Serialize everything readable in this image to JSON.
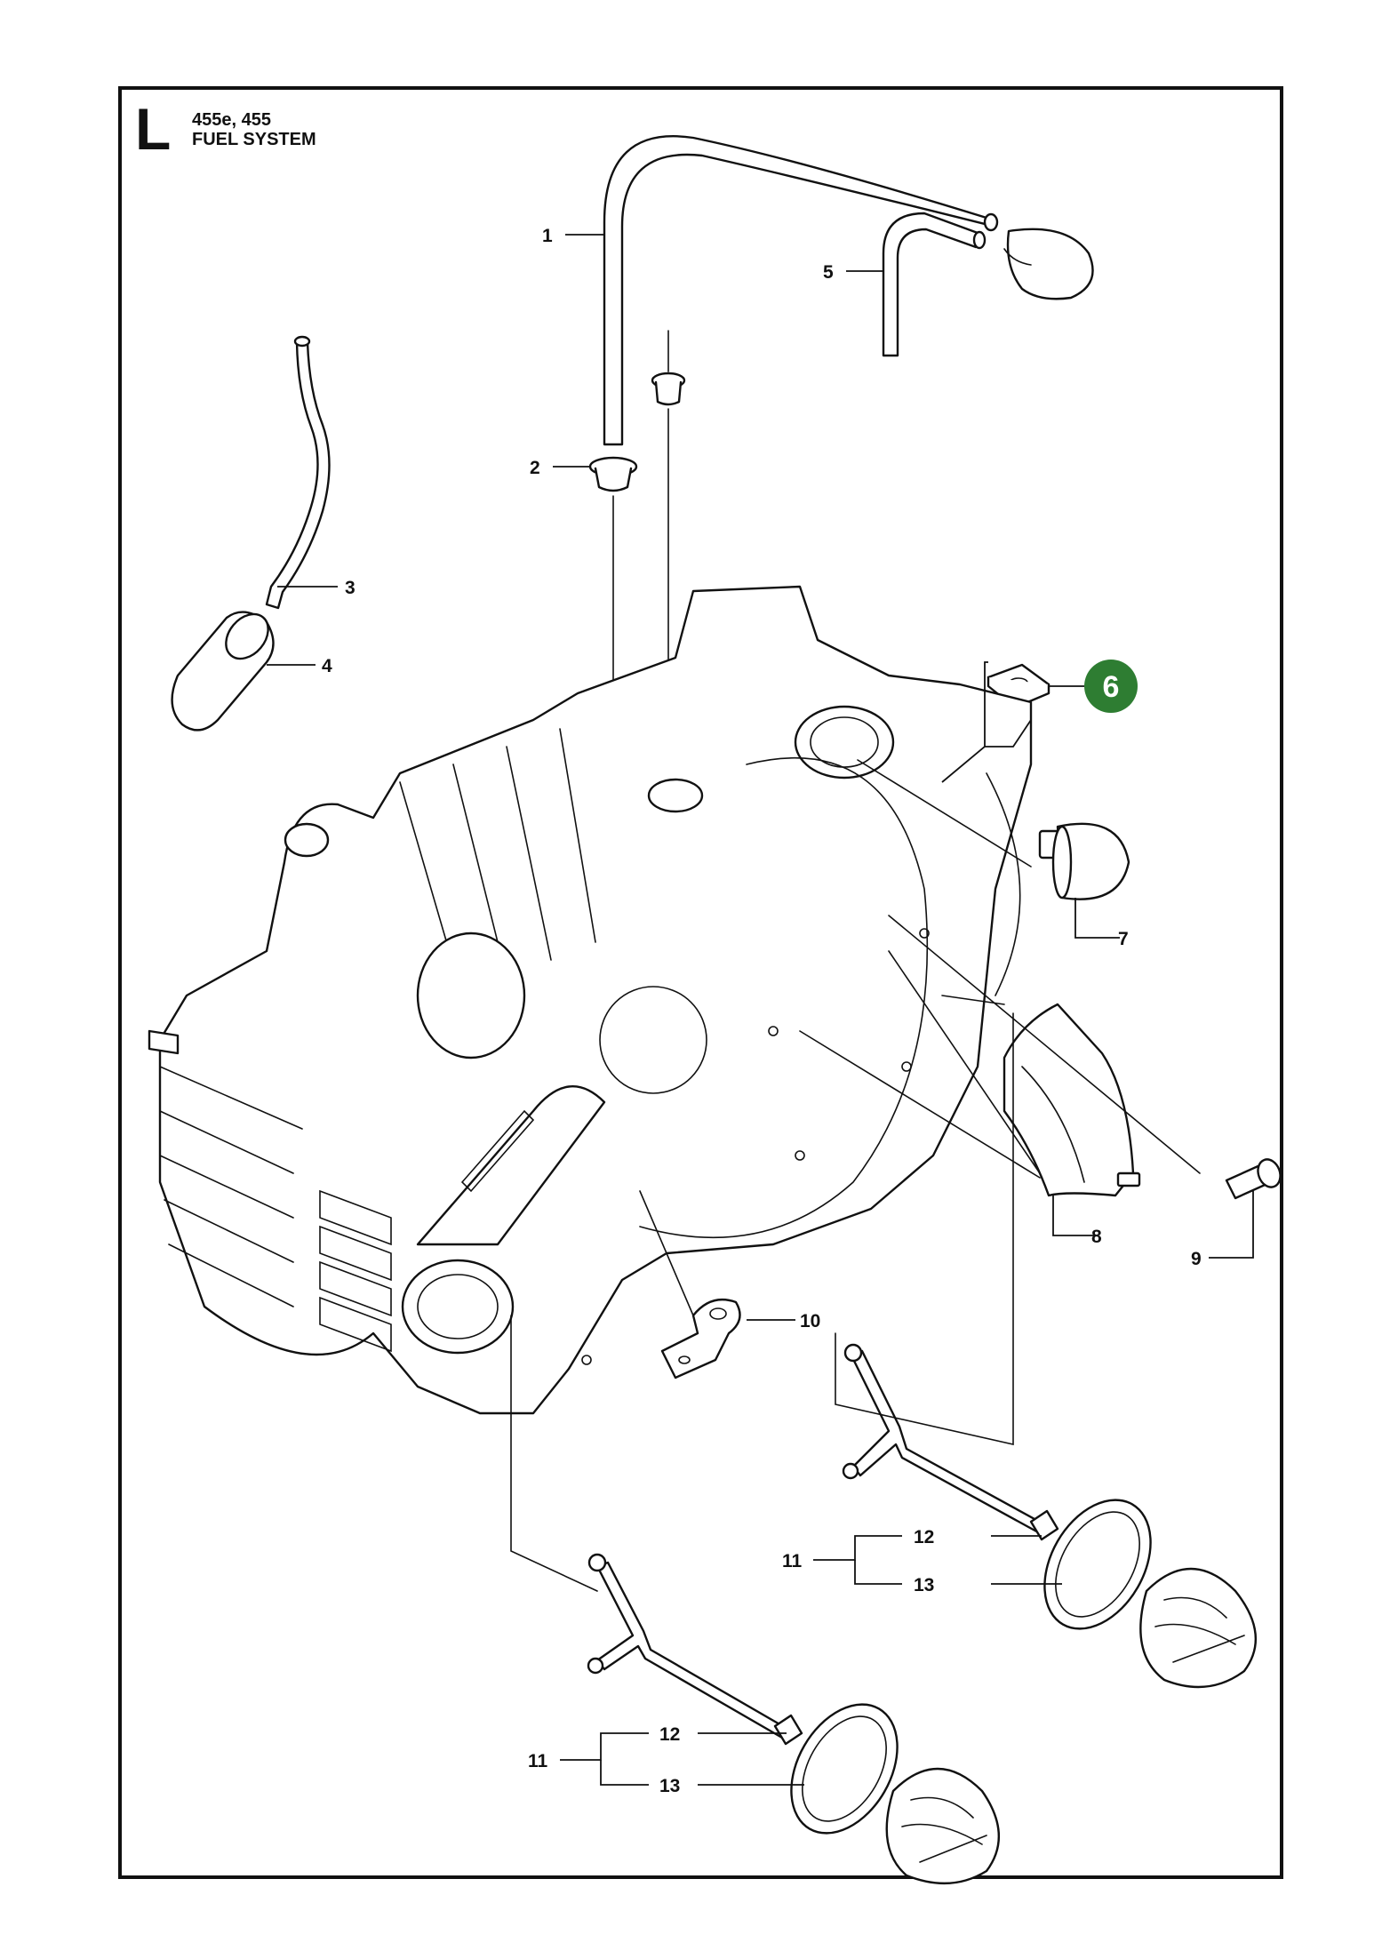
{
  "header": {
    "section_letter": "L",
    "models": "455e, 455",
    "title": "FUEL SYSTEM"
  },
  "highlight_color": "#2e7d32",
  "callouts": [
    {
      "id": "c1",
      "label": "1"
    },
    {
      "id": "c2",
      "label": "2"
    },
    {
      "id": "c3",
      "label": "3"
    },
    {
      "id": "c4",
      "label": "4"
    },
    {
      "id": "c5",
      "label": "5"
    },
    {
      "id": "c6",
      "label": "6",
      "highlighted": true
    },
    {
      "id": "c7",
      "label": "7"
    },
    {
      "id": "c8",
      "label": "8"
    },
    {
      "id": "c9",
      "label": "9"
    },
    {
      "id": "c10",
      "label": "10"
    },
    {
      "id": "c11a",
      "label": "11"
    },
    {
      "id": "c12a",
      "label": "12"
    },
    {
      "id": "c13a",
      "label": "13"
    },
    {
      "id": "c11b",
      "label": "11"
    },
    {
      "id": "c12b",
      "label": "12"
    },
    {
      "id": "c13b",
      "label": "13"
    }
  ]
}
